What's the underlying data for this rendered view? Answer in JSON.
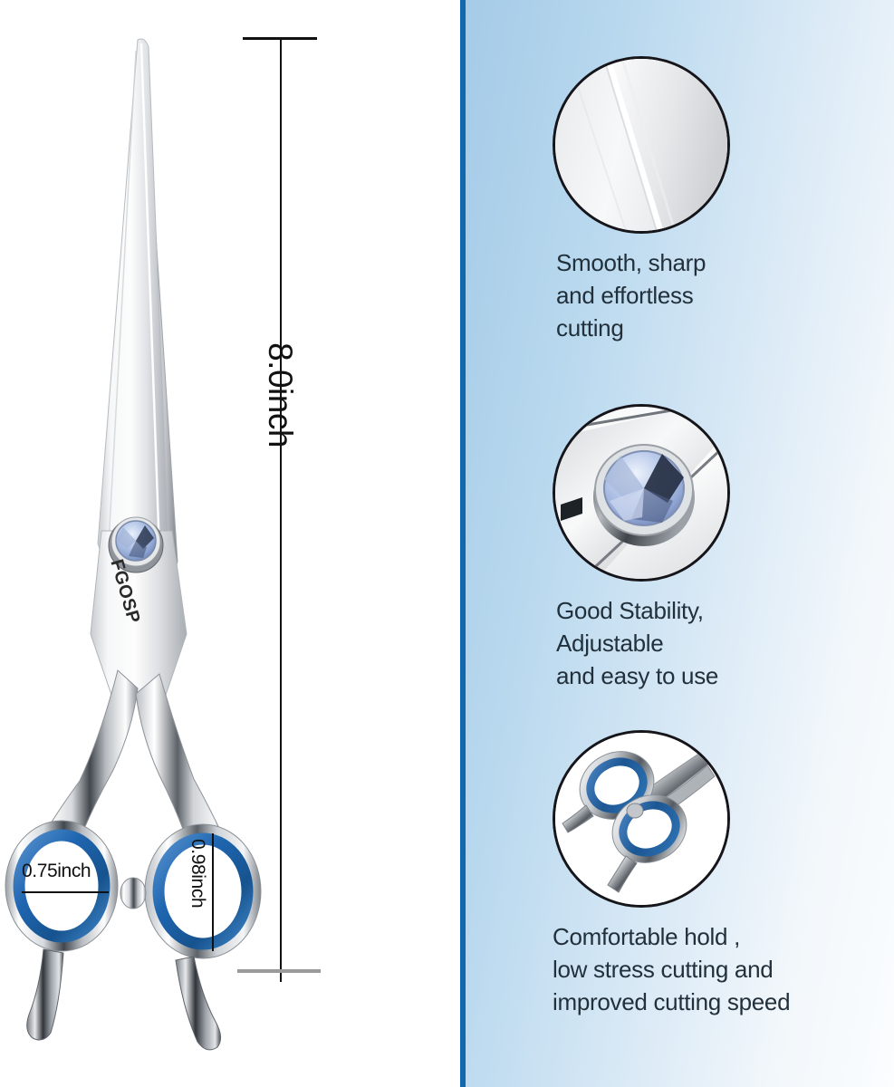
{
  "product": {
    "brand_engraving": "FGOSP",
    "type": "hair-cutting-scissors"
  },
  "colors": {
    "divider_blue": "#1268ad",
    "panel_gradient_from": "#a5cbe7",
    "panel_gradient_to": "#fbfdfe",
    "ring_blue": "#1f66b0",
    "gem_blue": "#b9c9e8",
    "steel_light": "#f2f3f5",
    "steel_dark": "#6e7379",
    "text_dark": "#22303b",
    "dimension_line": "#111111"
  },
  "dimensions": {
    "overall_length": {
      "label": "8.0inch",
      "orientation": "vertical"
    },
    "small_ring": {
      "label": "0.75inch",
      "orientation": "horizontal"
    },
    "large_ring": {
      "label": "0.98inch",
      "orientation": "vertical"
    }
  },
  "features": [
    {
      "icon": "blade-edge-closeup-icon",
      "caption": "Smooth, sharp\nand effortless\ncutting"
    },
    {
      "icon": "tension-screw-gem-closeup-icon",
      "caption": "Good Stability,\nAdjustable\nand easy to use"
    },
    {
      "icon": "scissor-handles-closeup-icon",
      "caption": "Comfortable hold ,\nlow stress cutting and\nimproved cutting speed"
    }
  ]
}
